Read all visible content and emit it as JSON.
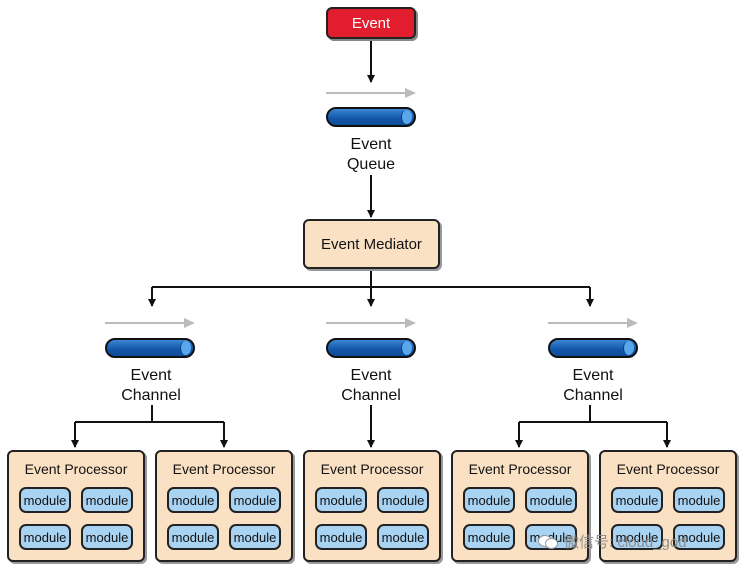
{
  "event": {
    "label": "Event"
  },
  "event_queue": {
    "line1": "Event",
    "line2": "Queue"
  },
  "mediator": {
    "label": "Event Mediator"
  },
  "channels": [
    {
      "line1": "Event",
      "line2": "Channel"
    },
    {
      "line1": "Event",
      "line2": "Channel"
    },
    {
      "line1": "Event",
      "line2": "Channel"
    }
  ],
  "processors": [
    {
      "title": "Event Processor",
      "modules": [
        "module",
        "module",
        "module",
        "module"
      ]
    },
    {
      "title": "Event Processor",
      "modules": [
        "module",
        "module",
        "module",
        "module"
      ]
    },
    {
      "title": "Event Processor",
      "modules": [
        "module",
        "module",
        "module",
        "module"
      ]
    },
    {
      "title": "Event Processor",
      "modules": [
        "module",
        "module",
        "module",
        "module"
      ]
    },
    {
      "title": "Event Processor",
      "modules": [
        "module",
        "module",
        "module",
        "module"
      ]
    }
  ],
  "watermark": {
    "text": "微信号: cloud_god",
    "icon": "wechat-icon"
  },
  "colors": {
    "event": "#e11d2e",
    "box_fill": "#fbe1c4",
    "module_fill": "#a9d3f2",
    "pipe": "#1256a8"
  }
}
